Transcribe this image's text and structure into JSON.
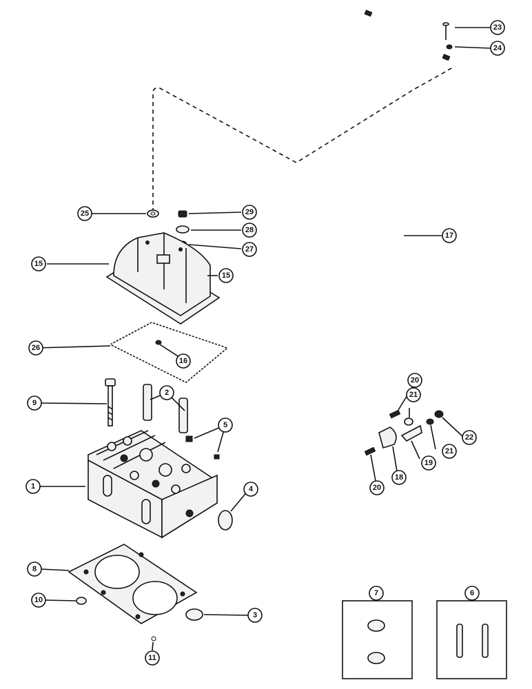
{
  "callouts": [
    {
      "id": "c1",
      "label": "1"
    },
    {
      "id": "c2",
      "label": "2"
    },
    {
      "id": "c3",
      "label": "3"
    },
    {
      "id": "c4",
      "label": "4"
    },
    {
      "id": "c5",
      "label": "5"
    },
    {
      "id": "c6",
      "label": "6"
    },
    {
      "id": "c7",
      "label": "7"
    },
    {
      "id": "c8",
      "label": "8"
    },
    {
      "id": "c9",
      "label": "9"
    },
    {
      "id": "c10",
      "label": "10"
    },
    {
      "id": "c11",
      "label": "11"
    },
    {
      "id": "c15a",
      "label": "15"
    },
    {
      "id": "c15b",
      "label": "15"
    },
    {
      "id": "c16",
      "label": "16"
    },
    {
      "id": "c17",
      "label": "17"
    },
    {
      "id": "c18",
      "label": "18"
    },
    {
      "id": "c19",
      "label": "19"
    },
    {
      "id": "c20a",
      "label": "20"
    },
    {
      "id": "c20b",
      "label": "20"
    },
    {
      "id": "c21a",
      "label": "21"
    },
    {
      "id": "c21b",
      "label": "21"
    },
    {
      "id": "c22",
      "label": "22"
    },
    {
      "id": "c23",
      "label": "23"
    },
    {
      "id": "c24",
      "label": "24"
    },
    {
      "id": "c25",
      "label": "25"
    },
    {
      "id": "c26",
      "label": "26"
    },
    {
      "id": "c27",
      "label": "27"
    },
    {
      "id": "c28",
      "label": "28"
    },
    {
      "id": "c29",
      "label": "29"
    }
  ]
}
